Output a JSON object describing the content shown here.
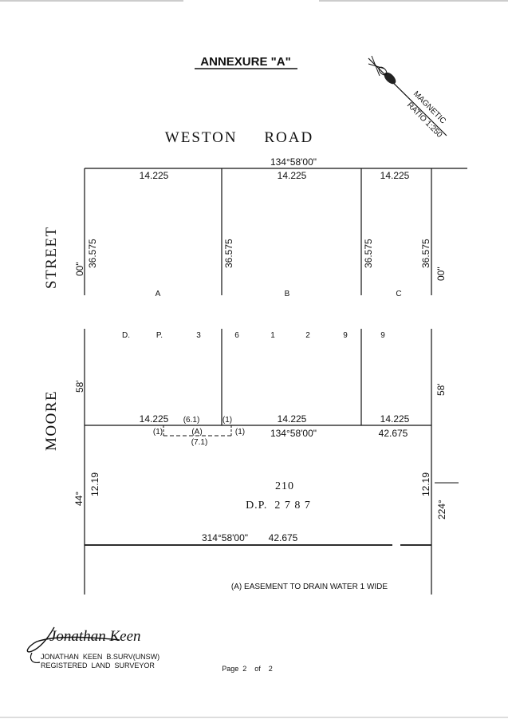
{
  "title": "ANNEXURE \"A\"",
  "north_arrow": {
    "line1": "MAGNETIC",
    "line2": "RATIO 1:250"
  },
  "streets": {
    "top": "WESTON     ROAD",
    "left_upper": "STREET",
    "left_lower": "MOORE"
  },
  "bearings": {
    "top": "134°58'00\"",
    "middle": "134°58'00\"",
    "bottom": "314°58'00\"",
    "left_upper": "00\"",
    "right_upper": "00\"",
    "left_mid": "58'",
    "right_mid": "58'",
    "left_lower": "44°",
    "right_lower": "224°"
  },
  "distances": {
    "top_a": "14.225",
    "top_b": "14.225",
    "top_c": "14.225",
    "depth_1": "36.575",
    "depth_2": "36.575",
    "depth_3": "36.575",
    "depth_4": "36.575",
    "bot_a": "14.225",
    "bot_b": "14.225",
    "bot_c": "14.225",
    "front": "42.675",
    "rear": "42.675",
    "side_left": "12.19",
    "side_right": "12.19"
  },
  "lots": {
    "a": "A",
    "b": "B",
    "c": "C",
    "dp_chars": [
      "D.",
      "P.",
      "3",
      "6",
      "1",
      "2",
      "9",
      "9"
    ],
    "lot_210": "210",
    "dp_2787": "D.P.  2 7 8 7"
  },
  "easement": {
    "label": "(A)",
    "width_top": "(6.1)",
    "width_bottom": "(7.1)",
    "one_left": "(1)",
    "one_right": "(1)",
    "one_top": "(1)",
    "note": "(A) EASEMENT TO DRAIN WATER 1 WIDE"
  },
  "signature": {
    "script": "Jonathan Keen",
    "name": "JONATHAN  KEEN  B.SURV(UNSW)",
    "role": "REGISTERED  LAND  SURVEYOR"
  },
  "page": "Page  2    of    2"
}
